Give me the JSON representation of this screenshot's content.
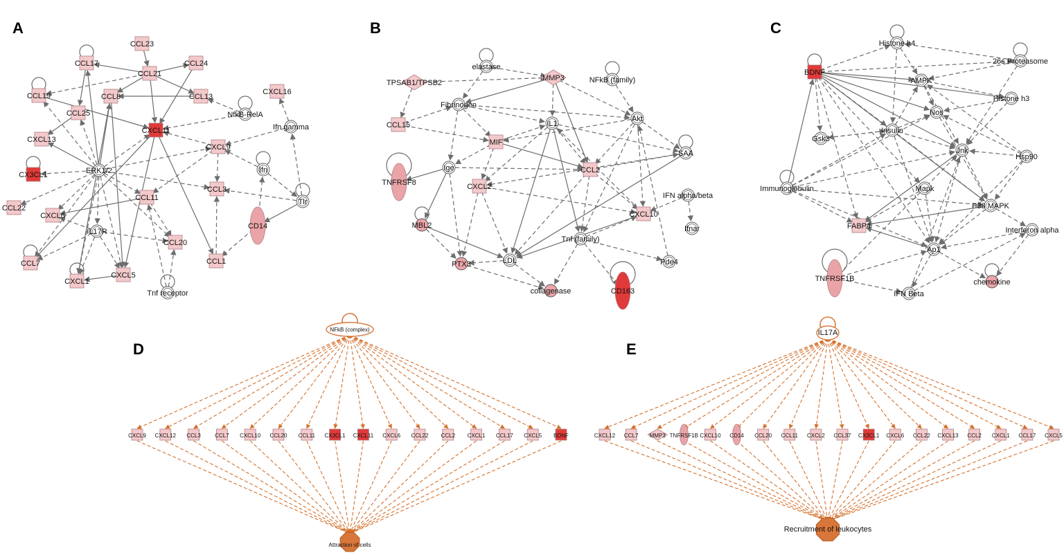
{
  "colors": {
    "light_node": "#f3c9cb",
    "mid_node": "#eaa4a8",
    "dark_node": "#e03a3a",
    "edge_gray": "#6d6d6d",
    "edge_orange": "#d4702a",
    "hub_orange": "#d9773a"
  },
  "panels": {
    "A": {
      "letter": "A",
      "nodes": [
        {
          "id": "CCL23",
          "label": "CCL23",
          "shape": "rect",
          "fill": "light"
        },
        {
          "id": "CCL17",
          "label": "CCL17",
          "shape": "rect",
          "fill": "light"
        },
        {
          "id": "CCL21",
          "label": "CCL21",
          "shape": "rect",
          "fill": "light"
        },
        {
          "id": "CCL24",
          "label": "CCL24",
          "shape": "rect",
          "fill": "light"
        },
        {
          "id": "CCL19",
          "label": "CCL19",
          "shape": "rect",
          "fill": "light"
        },
        {
          "id": "CCL8",
          "label": "CCL8",
          "shape": "rect",
          "fill": "light"
        },
        {
          "id": "CCL13",
          "label": "CCL13",
          "shape": "rect",
          "fill": "light"
        },
        {
          "id": "CXCL16",
          "label": "CXCL16",
          "shape": "rect",
          "fill": "light"
        },
        {
          "id": "CCL25",
          "label": "CCL25",
          "shape": "rect",
          "fill": "light"
        },
        {
          "id": "NFKB-RELA",
          "label": "NfkB-RelA",
          "shape": "circle",
          "fill": "white"
        },
        {
          "id": "CXCL11",
          "label": "CXCL11",
          "shape": "rect",
          "fill": "dark"
        },
        {
          "id": "IFN-GAMMA",
          "label": "Ifn gamma",
          "shape": "circle",
          "fill": "white"
        },
        {
          "id": "CXCL13",
          "label": "CXCL13",
          "shape": "rect",
          "fill": "light"
        },
        {
          "id": "CXCL9",
          "label": "CXCL9",
          "shape": "rect",
          "fill": "light"
        },
        {
          "id": "CX3CL1",
          "label": "CX3CL1",
          "shape": "rect",
          "fill": "dark"
        },
        {
          "id": "ERK",
          "label": "ERK1/2",
          "shape": "circle",
          "fill": "white"
        },
        {
          "id": "IFN",
          "label": "Ifn",
          "shape": "circle",
          "fill": "white"
        },
        {
          "id": "CCL3",
          "label": "CCL3",
          "shape": "rect",
          "fill": "light"
        },
        {
          "id": "CCL11",
          "label": "CCL11",
          "shape": "rect",
          "fill": "light"
        },
        {
          "id": "TLR",
          "label": "Tlr",
          "shape": "circle",
          "fill": "white"
        },
        {
          "id": "CCL22",
          "label": "CCL22",
          "shape": "rect",
          "fill": "light"
        },
        {
          "id": "CXCL6",
          "label": "CXCL6",
          "shape": "rect",
          "fill": "light"
        },
        {
          "id": "CD14",
          "label": "CD14",
          "shape": "ellipse",
          "fill": "mid"
        },
        {
          "id": "IL17R",
          "label": "IL17R",
          "shape": "circle",
          "fill": "white"
        },
        {
          "id": "CCL20",
          "label": "CCL20",
          "shape": "rect",
          "fill": "light"
        },
        {
          "id": "CCL7",
          "label": "CCL7",
          "shape": "rect",
          "fill": "light"
        },
        {
          "id": "CCL1",
          "label": "CCL1",
          "shape": "rect",
          "fill": "light"
        },
        {
          "id": "CXCL5",
          "label": "CXCL5",
          "shape": "rect",
          "fill": "light"
        },
        {
          "id": "CXCL1",
          "label": "CXCL1",
          "shape": "rect",
          "fill": "light"
        },
        {
          "id": "TNF-RECEPTOR",
          "label": "Tnf receptor",
          "shape": "circle",
          "fill": "white"
        }
      ]
    },
    "B": {
      "letter": "B",
      "nodes": [
        {
          "id": "ELASTASE",
          "label": "elastase",
          "shape": "circle",
          "fill": "white"
        },
        {
          "id": "TPSAB1",
          "label": "TPSAB1/TPSB2",
          "shape": "diamond",
          "fill": "light"
        },
        {
          "id": "MMP3",
          "label": "MMP3",
          "shape": "diamond",
          "fill": "light"
        },
        {
          "id": "NFKB-FAM",
          "label": "NFkB (family)",
          "shape": "circle",
          "fill": "white"
        },
        {
          "id": "FIBRINOGEN",
          "label": "Fibrinogen",
          "shape": "circle",
          "fill": "white"
        },
        {
          "id": "CCL15",
          "label": "CCL15",
          "shape": "rect",
          "fill": "light"
        },
        {
          "id": "IL1",
          "label": "IL1",
          "shape": "circle",
          "fill": "white"
        },
        {
          "id": "AKT",
          "label": "Akt",
          "shape": "circle",
          "fill": "white"
        },
        {
          "id": "MIF",
          "label": "MIF",
          "shape": "rect",
          "fill": "light"
        },
        {
          "id": "SAA",
          "label": "SAA",
          "shape": "circle",
          "fill": "white"
        },
        {
          "id": "IGE",
          "label": "Ige",
          "shape": "circle",
          "fill": "white"
        },
        {
          "id": "CCL2",
          "label": "CCL2",
          "shape": "rect",
          "fill": "light"
        },
        {
          "id": "TNFRSF8",
          "label": "TNFRSF8",
          "shape": "ellipse",
          "fill": "mid"
        },
        {
          "id": "IFN-AB",
          "label": "IFN alpha/beta",
          "shape": "circle",
          "fill": "white"
        },
        {
          "id": "CXCL2",
          "label": "CXCL2",
          "shape": "rect",
          "fill": "light"
        },
        {
          "id": "CXCL10",
          "label": "CXCL10",
          "shape": "rect",
          "fill": "light"
        },
        {
          "id": "MBL2",
          "label": "MBL2",
          "shape": "circle",
          "fill": "mid"
        },
        {
          "id": "IFNAR",
          "label": "Ifnar",
          "shape": "circle",
          "fill": "white"
        },
        {
          "id": "TNF-FAM",
          "label": "Tnf (family)",
          "shape": "circle",
          "fill": "white"
        },
        {
          "id": "LDL",
          "label": "LDL",
          "shape": "circle",
          "fill": "white"
        },
        {
          "id": "PTX3",
          "label": "PTX3",
          "shape": "circle",
          "fill": "mid"
        },
        {
          "id": "PDE4",
          "label": "Pde4",
          "shape": "circle",
          "fill": "white"
        },
        {
          "id": "COLLAGENASE",
          "label": "collagenase",
          "shape": "circle",
          "fill": "mid"
        },
        {
          "id": "CD163",
          "label": "CD163",
          "shape": "ellipse",
          "fill": "dark"
        }
      ]
    },
    "C": {
      "letter": "C",
      "nodes": [
        {
          "id": "HISTONE-H4",
          "label": "Histone h4",
          "shape": "circle",
          "fill": "white"
        },
        {
          "id": "26S",
          "label": "26s Proteasome",
          "shape": "circle",
          "fill": "white"
        },
        {
          "id": "BDNF",
          "label": "BDNF",
          "shape": "rect",
          "fill": "dark"
        },
        {
          "id": "AMPK",
          "label": "AMPK",
          "shape": "circle",
          "fill": "white"
        },
        {
          "id": "HISTONE-H3",
          "label": "Histone h3",
          "shape": "circle",
          "fill": "white"
        },
        {
          "id": "NOS",
          "label": "Nos",
          "shape": "circle",
          "fill": "white"
        },
        {
          "id": "GSK3",
          "label": "Gsk3",
          "shape": "circle",
          "fill": "white"
        },
        {
          "id": "INSULIN",
          "label": "Insulin",
          "shape": "circle",
          "fill": "white"
        },
        {
          "id": "JNK",
          "label": "Jnk",
          "shape": "circle",
          "fill": "white"
        },
        {
          "id": "HSP90",
          "label": "Hsp90",
          "shape": "circle",
          "fill": "white"
        },
        {
          "id": "IMMUNOGLOBULIN",
          "label": "Immunoglobulin",
          "shape": "circle",
          "fill": "white"
        },
        {
          "id": "MAPK",
          "label": "Mapk",
          "shape": "circle",
          "fill": "white"
        },
        {
          "id": "P38",
          "label": "P38 MAPK",
          "shape": "circle",
          "fill": "white"
        },
        {
          "id": "FABP4",
          "label": "FABP4",
          "shape": "rect",
          "fill": "light"
        },
        {
          "id": "IFN-ALPHA",
          "label": "Interferon alpha",
          "shape": "circle",
          "fill": "white"
        },
        {
          "id": "AP1",
          "label": "Ap1",
          "shape": "circle",
          "fill": "white"
        },
        {
          "id": "TNFRSF1B",
          "label": "TNFRSF1B",
          "shape": "ellipse",
          "fill": "mid"
        },
        {
          "id": "CHEMOKINE",
          "label": "chemokine",
          "shape": "circle",
          "fill": "mid"
        },
        {
          "id": "IFN-BETA",
          "label": "IFN Beta",
          "shape": "circle",
          "fill": "white"
        }
      ]
    },
    "D": {
      "letter": "D",
      "hub": "NFkB (complex)",
      "target": "Attraction of cells",
      "nodes": [
        {
          "label": "CXCL9",
          "fill": "light",
          "shape": "rect"
        },
        {
          "label": "CXCL12",
          "fill": "light",
          "shape": "rect"
        },
        {
          "label": "CCL3",
          "fill": "light",
          "shape": "rect"
        },
        {
          "label": "CCL7",
          "fill": "light",
          "shape": "rect"
        },
        {
          "label": "CXCL10",
          "fill": "light",
          "shape": "rect"
        },
        {
          "label": "CCL20",
          "fill": "light",
          "shape": "rect"
        },
        {
          "label": "CCL11",
          "fill": "light",
          "shape": "rect"
        },
        {
          "label": "CX3CL1",
          "fill": "dark",
          "shape": "rect"
        },
        {
          "label": "CXCL11",
          "fill": "dark",
          "shape": "rect"
        },
        {
          "label": "CXCL6",
          "fill": "light",
          "shape": "rect"
        },
        {
          "label": "CCL22",
          "fill": "light",
          "shape": "rect"
        },
        {
          "label": "CCL2",
          "fill": "light",
          "shape": "rect"
        },
        {
          "label": "CXCL1",
          "fill": "light",
          "shape": "rect"
        },
        {
          "label": "CCL17",
          "fill": "light",
          "shape": "rect"
        },
        {
          "label": "CXCL5",
          "fill": "light",
          "shape": "rect"
        },
        {
          "label": "BDNF",
          "fill": "dark",
          "shape": "rect"
        }
      ]
    },
    "E": {
      "letter": "E",
      "hub": "IL17A",
      "target": "Recruitment of leukocytes",
      "nodes": [
        {
          "label": "CXCL12",
          "fill": "light",
          "shape": "rect"
        },
        {
          "label": "CCL7",
          "fill": "light",
          "shape": "rect"
        },
        {
          "label": "MMP3",
          "fill": "light",
          "shape": "diamond"
        },
        {
          "label": "TNFRSF1B",
          "fill": "mid",
          "shape": "ellipse"
        },
        {
          "label": "CXCL10",
          "fill": "light",
          "shape": "rect"
        },
        {
          "label": "CD14",
          "fill": "mid",
          "shape": "ellipse"
        },
        {
          "label": "CCL20",
          "fill": "light",
          "shape": "rect"
        },
        {
          "label": "CCL11",
          "fill": "light",
          "shape": "rect"
        },
        {
          "label": "CXCL2",
          "fill": "light",
          "shape": "rect"
        },
        {
          "label": "CCL37",
          "fill": "light",
          "shape": "rect"
        },
        {
          "label": "CX3CL1",
          "fill": "dark",
          "shape": "rect"
        },
        {
          "label": "CXCL6",
          "fill": "light",
          "shape": "rect"
        },
        {
          "label": "CCL22",
          "fill": "light",
          "shape": "rect"
        },
        {
          "label": "CXCL13",
          "fill": "light",
          "shape": "rect"
        },
        {
          "label": "CCL2",
          "fill": "light",
          "shape": "rect"
        },
        {
          "label": "CXCL1",
          "fill": "light",
          "shape": "rect"
        },
        {
          "label": "CCL17",
          "fill": "light",
          "shape": "rect"
        },
        {
          "label": "CXCL5",
          "fill": "light",
          "shape": "rect"
        }
      ]
    }
  }
}
